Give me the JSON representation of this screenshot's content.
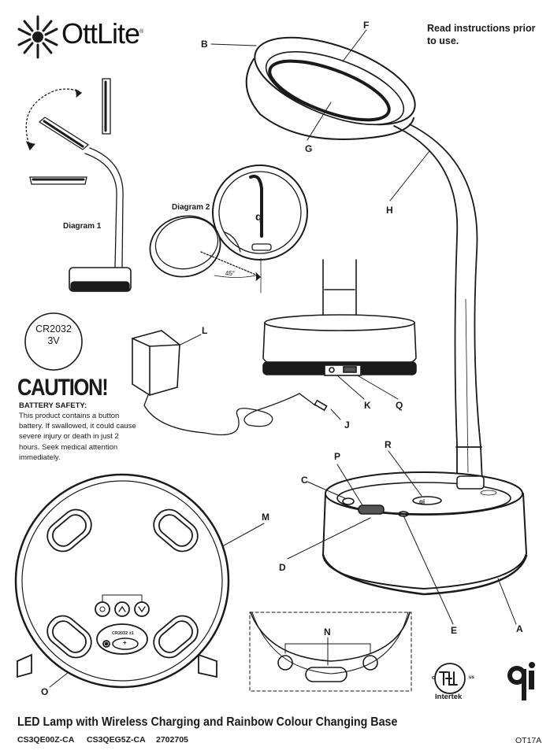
{
  "brand": {
    "name": "OttLite"
  },
  "header": {
    "notice": "Read instructions prior to use."
  },
  "diagrams": {
    "diagram1_label": "Diagram 1",
    "diagram2_label": "Diagram 2",
    "angle_label": "45°"
  },
  "callouts": [
    "A",
    "B",
    "C",
    "D",
    "E",
    "F",
    "G",
    "H",
    "J",
    "K",
    "L",
    "M",
    "N",
    "O",
    "P",
    "Q",
    "R"
  ],
  "battery_icon": {
    "model": "CR2032",
    "voltage": "3V"
  },
  "caution": {
    "heading": "CAUTION!",
    "subheading": "BATTERY SAFETY:",
    "body": "This product contains a button battery. If swallowed, it could cause severe injury or death in just 2 hours. Seek medical attention immediately."
  },
  "base_underside": {
    "battery_label": "CR2032 ±1",
    "button_glyph": "+"
  },
  "certifications": {
    "etl_mark": "ETL",
    "etl_c": "c",
    "etl_us": "us",
    "etl_lab": "Intertek",
    "qi_mark": "qi"
  },
  "footer": {
    "product_title": "LED Lamp with Wireless Charging and Rainbow Colour Changing Base",
    "model_codes": [
      "CS3QE00Z-CA",
      "CS3QEG5Z-CA",
      "2702705"
    ],
    "doc_code": "OT17A"
  }
}
